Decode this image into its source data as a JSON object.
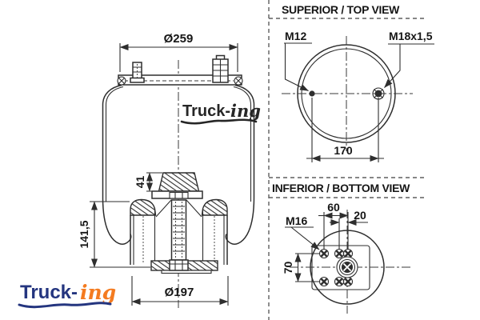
{
  "side_view": {
    "dim_diameter_top": "Ø259",
    "dim_bumper_height": "41",
    "dim_total_height": "141,5",
    "dim_diameter_bottom": "Ø197",
    "watermark_logo": {
      "text_bold": "Truck-",
      "text_script": "ing"
    }
  },
  "top_view": {
    "title": "SUPERIOR / TOP VIEW",
    "stud_label": "M12",
    "air_fitting_label": "M18x1,5",
    "dim_stud_spacing": "170"
  },
  "bottom_view": {
    "title": "INFERIOR / BOTTOM VIEW",
    "bolt_label": "M16",
    "dim_spacing_60": "60",
    "dim_spacing_20": "20",
    "dim_spacing_70": "70"
  },
  "brand_logo": {
    "text_bold": "Truck-",
    "text_script": "ing"
  },
  "colors": {
    "line": "#2e2e2e",
    "brand_blue": "#24357f",
    "brand_orange": "#f47b20"
  }
}
